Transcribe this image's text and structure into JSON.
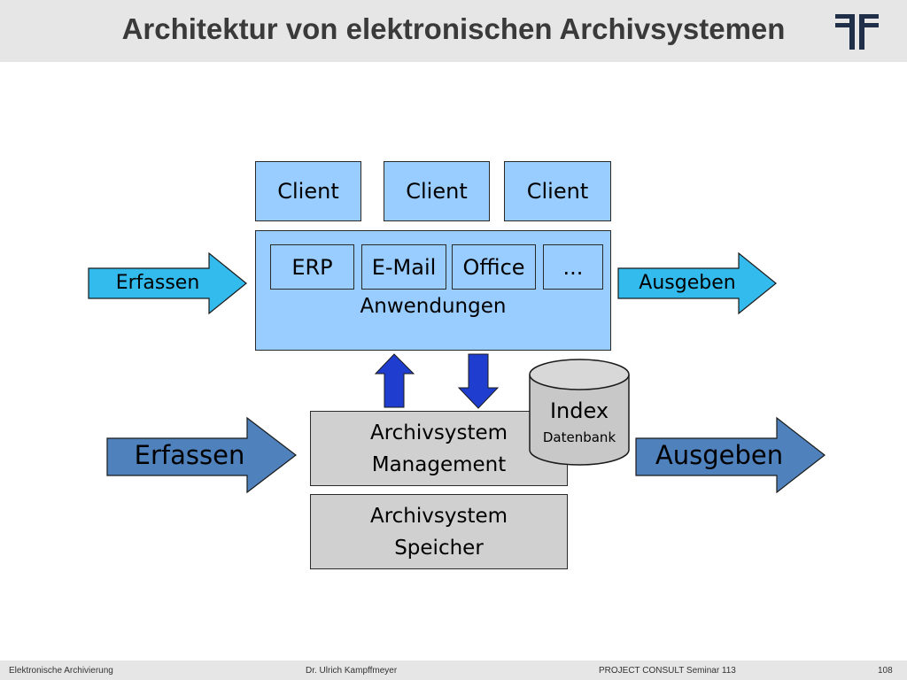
{
  "header": {
    "title": "Architektur von elektronischen Archivsystemen"
  },
  "clients": [
    {
      "label": "Client"
    },
    {
      "label": "Client"
    },
    {
      "label": "Client"
    }
  ],
  "applications": {
    "group_label": "Anwendungen",
    "items": [
      {
        "label": "ERP"
      },
      {
        "label": "E-Mail"
      },
      {
        "label": "Office"
      },
      {
        "label": "..."
      }
    ]
  },
  "flows": {
    "app_input": "Erfassen",
    "app_output": "Ausgeben",
    "archive_input": "Erfassen",
    "archive_output": "Ausgeben"
  },
  "archive": {
    "management": {
      "line1": "Archivsystem",
      "line2": "Management"
    },
    "storage": {
      "line1": "Archivsystem",
      "line2": "Speicher"
    },
    "index_db": {
      "title": "Index",
      "subtitle": "Datenbank"
    }
  },
  "footer": {
    "left": "Elektronische Archivierung",
    "center": "Dr. Ulrich Kampffmeyer",
    "right": "PROJECT CONSULT Seminar 113",
    "page": "108"
  },
  "colors": {
    "light_blue": "#99ccff",
    "arrow_cyan": "#33bbee",
    "arrow_steel": "#4f81bd",
    "arrow_blue": "#1f3dcf",
    "gray_box": "#d0d0d0",
    "header_gray": "#e6e6e6"
  }
}
